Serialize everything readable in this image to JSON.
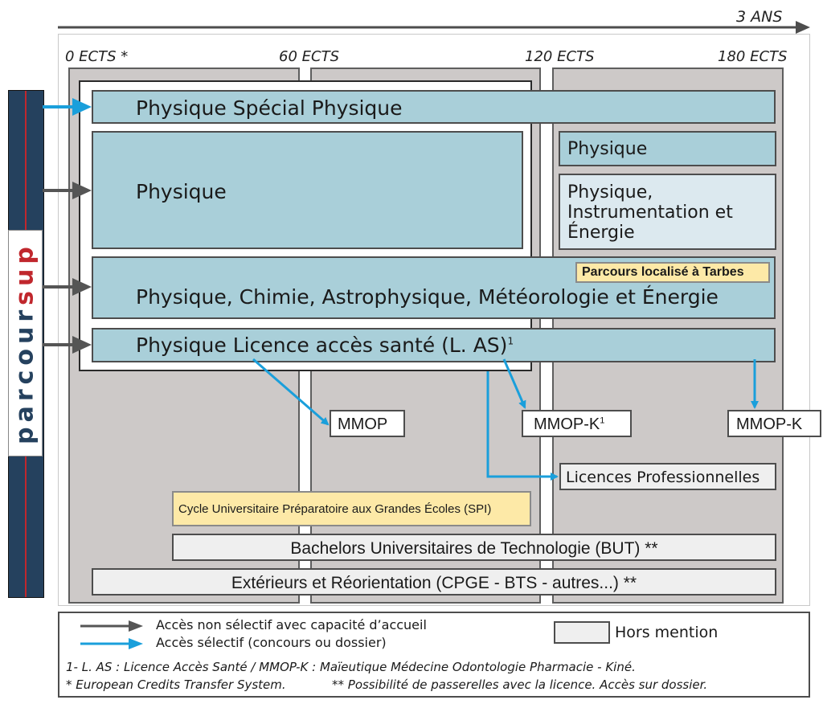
{
  "header": {
    "duration_label": "3 ANS"
  },
  "ects_scale": [
    "0 ECTS *",
    "60 ECTS",
    "120 ECTS",
    "180 ECTS"
  ],
  "sidebar": {
    "brand_part1": "parcour",
    "brand_part2": "sup"
  },
  "programs": {
    "special": "Physique Spécial Physique",
    "physique": "Physique",
    "physique_l3": "Physique",
    "pie": [
      "Physique,",
      "Instrumentation et",
      "Énergie"
    ],
    "pcame": "Physique, Chimie, Astrophysique, Météorologie et Énergie",
    "tarbes_badge": "Parcours localisé à Tarbes",
    "las": "Physique Licence accès santé (L. AS)",
    "las_sup": "1"
  },
  "outcomes": {
    "mmop": "MMOP",
    "mmopk1": "MMOP-K",
    "mmopk1_sup": "1",
    "mmopk": "MMOP-K",
    "licences_pro": "Licences Professionnelles",
    "cupge": "Cycle Universitaire Préparatoire aux Grandes Écoles (SPI)",
    "but": "Bachelors Universitaires de Technologie (BUT) **",
    "exterieurs": "Extérieurs et Réorientation (CPGE - BTS - autres...) **"
  },
  "legend": {
    "non_selective": "Accès non sélectif avec capacité d’accueil",
    "selective": "Accès sélectif (concours ou dossier)",
    "hors_mention": "Hors mention",
    "note1": "1- L. AS : Licence Accès Santé / MMOP-K : Maïeutique Médecine Odontologie Pharmacie - Kiné.",
    "note2": "* European Credits Transfer System.",
    "note3": "** Possibilité de passerelles avec la licence. Accès sur dossier."
  },
  "colors": {
    "non_selective_arrow": "#555555",
    "selective_arrow": "#1a9fdb",
    "program_blue": "#a9cfd9",
    "program_pale": "#dce9ef",
    "hors_mention": "#efefef",
    "highlight_yellow": "#fde9a7",
    "column_grey": "#cdc9c8",
    "parcoursup_navy": "#25415e",
    "parcoursup_red": "#c0272d"
  }
}
